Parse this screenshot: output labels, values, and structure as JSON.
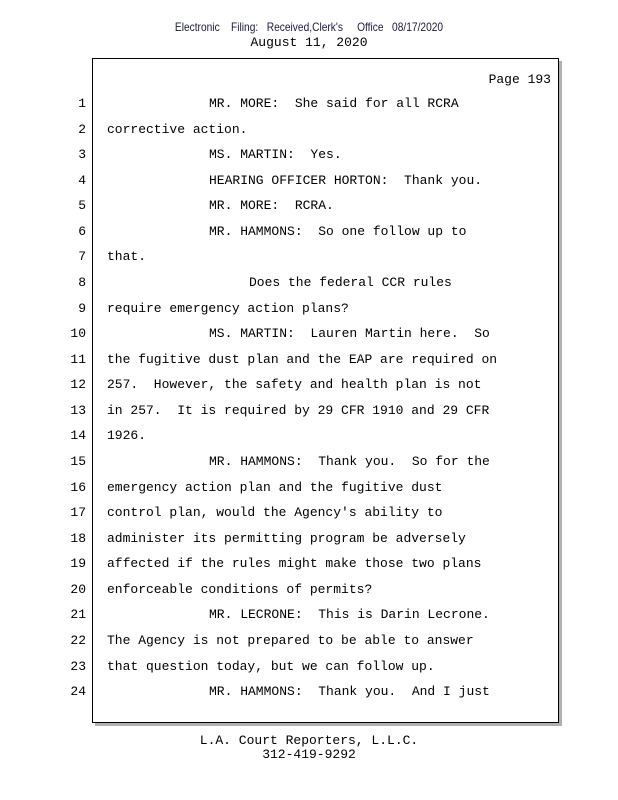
{
  "header": {
    "filing_stamp": "Electronic    Filing:   Received,Clerk's     Office   08/17/2020",
    "date": "August 11, 2020"
  },
  "page_label": "Page 193",
  "lines": [
    {
      "n": "1",
      "text": "MR. MORE:  She said for all RCRA",
      "indent": 1
    },
    {
      "n": "2",
      "text": "corrective action.",
      "indent": 0
    },
    {
      "n": "3",
      "text": "MS. MARTIN:  Yes.",
      "indent": 1
    },
    {
      "n": "4",
      "text": "HEARING OFFICER HORTON:  Thank you.",
      "indent": 1
    },
    {
      "n": "5",
      "text": "MR. MORE:  RCRA.",
      "indent": 1
    },
    {
      "n": "6",
      "text": "MR. HAMMONS:  So one follow up to",
      "indent": 1
    },
    {
      "n": "7",
      "text": "that.",
      "indent": 0
    },
    {
      "n": "8",
      "text": "Does the federal CCR rules",
      "indent": 2
    },
    {
      "n": "9",
      "text": "require emergency action plans?",
      "indent": 0
    },
    {
      "n": "10",
      "text": "MS. MARTIN:  Lauren Martin here.  So",
      "indent": 1
    },
    {
      "n": "11",
      "text": "the fugitive dust plan and the EAP are required on",
      "indent": 0
    },
    {
      "n": "12",
      "text": "257.  However, the safety and health plan is not",
      "indent": 0
    },
    {
      "n": "13",
      "text": "in 257.  It is required by 29 CFR 1910 and 29 CFR",
      "indent": 0
    },
    {
      "n": "14",
      "text": "1926.",
      "indent": 0
    },
    {
      "n": "15",
      "text": "MR. HAMMONS:  Thank you.  So for the",
      "indent": 1
    },
    {
      "n": "16",
      "text": "emergency action plan and the fugitive dust",
      "indent": 0
    },
    {
      "n": "17",
      "text": "control plan, would the Agency's ability to",
      "indent": 0
    },
    {
      "n": "18",
      "text": "administer its permitting program be adversely",
      "indent": 0
    },
    {
      "n": "19",
      "text": "affected if the rules might make those two plans",
      "indent": 0
    },
    {
      "n": "20",
      "text": "enforceable conditions of permits?",
      "indent": 0
    },
    {
      "n": "21",
      "text": "MR. LECRONE:  This is Darin Lecrone.",
      "indent": 1
    },
    {
      "n": "22",
      "text": "The Agency is not prepared to be able to answer",
      "indent": 0
    },
    {
      "n": "23",
      "text": "that question today, but we can follow up.",
      "indent": 0
    },
    {
      "n": "24",
      "text": "MR. HAMMONS:  Thank you.  And I just",
      "indent": 1
    }
  ],
  "footer": {
    "company": "L.A. Court Reporters, L.L.C.",
    "phone": "312-419-9292"
  }
}
